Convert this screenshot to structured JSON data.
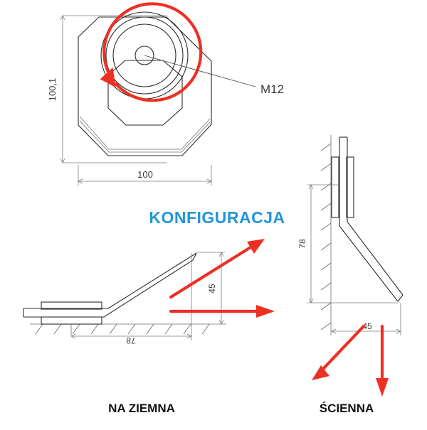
{
  "document": {
    "kind": "technical-drawing",
    "background_color": "#ffffff",
    "line_color": "#2b2b2b",
    "accent_red": "#ee2f24",
    "accent_blue": "#2196d6"
  },
  "heading": {
    "text": "KONFIGURACJA"
  },
  "views": {
    "top_view": {
      "name": "top-view",
      "labels": {
        "thread": "M12",
        "height_dim": "100,1",
        "width_dim": "100"
      },
      "annotations": {
        "rotation_arrow": "red-circular-arrow",
        "leader_to": "M12"
      }
    },
    "ground_view": {
      "name": "ground-mount-view",
      "caption": "NA ZIEMNA",
      "labels": {
        "height_dim": "45",
        "length_dim": "78"
      },
      "arrows": [
        "diagonal-up-right-arrow",
        "horizontal-right-arrow"
      ]
    },
    "wall_view": {
      "name": "wall-mount-view",
      "caption": "ŚCIENNA",
      "labels": {
        "height_dim": "78",
        "offset_dim": "45"
      },
      "arrows": [
        "diagonal-down-left-arrow",
        "vertical-down-arrow"
      ]
    }
  }
}
